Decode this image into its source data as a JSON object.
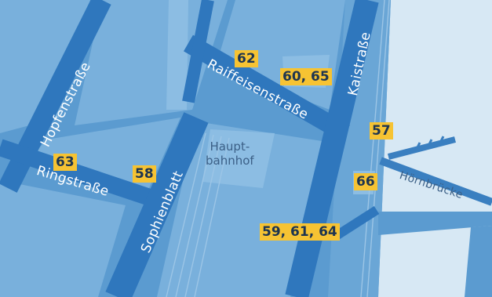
{
  "streets": {
    "hopfenstrasse": "Hopfenstraße",
    "ringstrasse": "Ringstraße",
    "sophienblatt": "Sophienblatt",
    "raiffeisenstrasse": "Raiffeisenstraße",
    "kaistrasse": "Kaistraße",
    "hoernbruecke": "Hörnbrücke"
  },
  "places": {
    "hauptbahnhof_line1": "Haupt-",
    "hauptbahnhof_line2": "bahnhof"
  },
  "stops": {
    "s57": "57",
    "s58": "58",
    "s59_61_64": "59, 61, 64",
    "s60_65": "60, 65",
    "s62": "62",
    "s63": "63",
    "s66": "66"
  },
  "colors": {
    "water": "#d7e8f4",
    "land": "#5b9bd0",
    "block": "#79b0dc",
    "road": "#2f77bd",
    "stop_badge": "#f6c333"
  }
}
